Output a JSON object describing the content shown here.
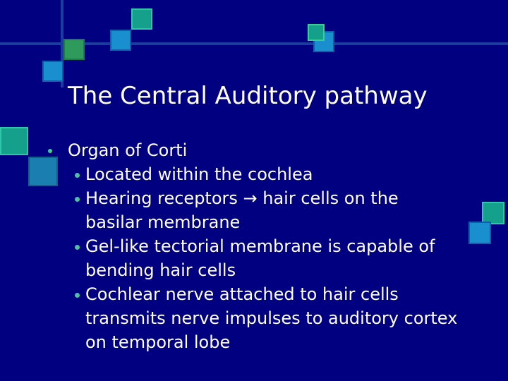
{
  "slide": {
    "title": "The Central Auditory pathway",
    "bullets": [
      {
        "text": "Organ of Corti",
        "children": [
          {
            "text": "Located within the cochlea"
          },
          {
            "text": "Hearing receptors → hair cells on the\nbasilar membrane"
          },
          {
            "text": "Gel-like tectorial membrane is capable of\nbending hair cells"
          },
          {
            "text": "Cochlear nerve attached to hair cells\ntransmits nerve impulses to auditory cortex\non temporal lobe"
          }
        ]
      }
    ]
  },
  "colors": {
    "background": "#000080",
    "teal": "#14a08a",
    "cyan": "#1a8fd0",
    "green": "#2e9a5c",
    "bullet": "#39d08f"
  }
}
